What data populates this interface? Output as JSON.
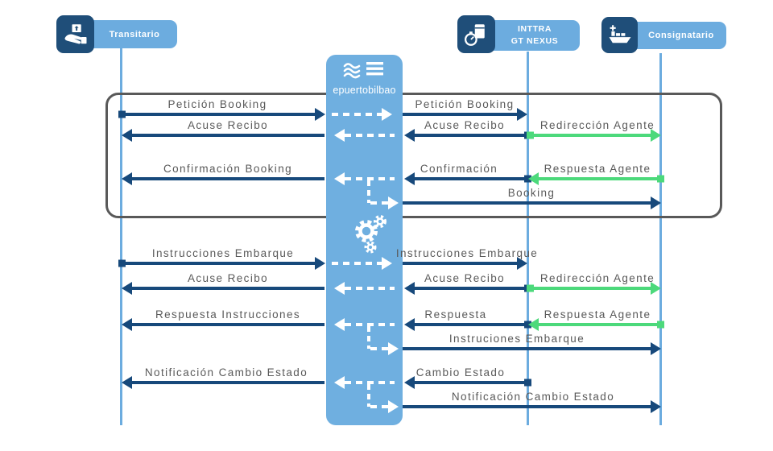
{
  "actors": {
    "transitario": {
      "label": "Transitario",
      "icon": "hand-holding-box-icon"
    },
    "hub": {
      "name": "epuertobilbao",
      "logo_icon": "waves-bars-logo-icon",
      "process_icon": "gears-icon"
    },
    "inttra": {
      "label_line1": "INTTRA",
      "label_line2": "GT NEXUS",
      "icon": "package-stopwatch-icon"
    },
    "consignatario": {
      "label": "Consignatario",
      "icon": "cargo-ship-icon"
    }
  },
  "colors": {
    "accent_blue": "#6FAFE0",
    "navy": "#17497B",
    "green": "#4CD97B",
    "label_gray": "#595959",
    "frame_gray": "#595959"
  },
  "messages": {
    "transitario_hub": [
      "Petición Booking",
      "Acuse Recibo",
      "Confirmación Booking",
      "Instrucciones Embarque",
      "Acuse Recibo",
      "Respuesta Instrucciones",
      "Notificación Cambio Estado"
    ],
    "hub_inttra": [
      "Petición Booking",
      "Acuse Recibo",
      "Confirmación",
      "Instrucciones Embarque",
      "Acuse Recibo",
      "Respuesta",
      "Cambio Estado"
    ],
    "inttra_consignatario": [
      "Redirección Agente",
      "Respuesta Agente",
      "Redirección Agente",
      "Respuesta Agente"
    ],
    "hub_consignatario": [
      "Booking",
      "Instruciones Embarque",
      "Notificación Cambio Estado"
    ]
  }
}
